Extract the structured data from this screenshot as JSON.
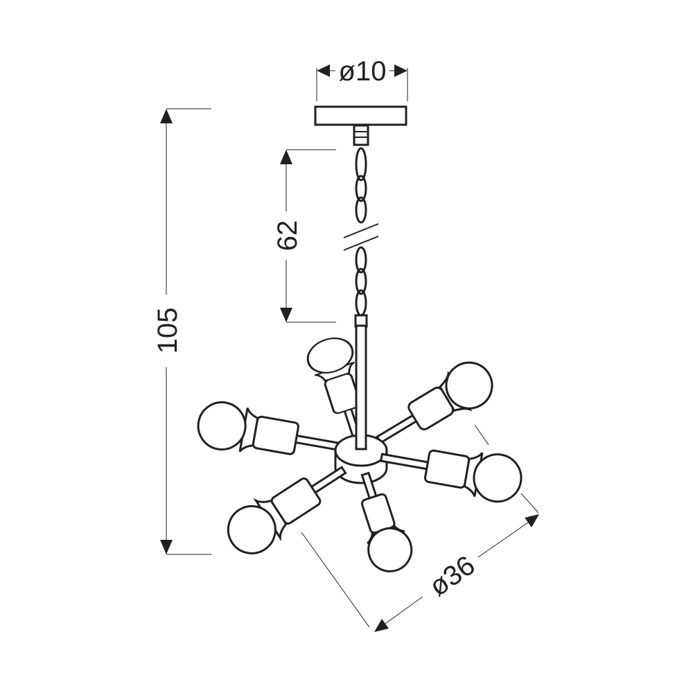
{
  "dimensions": {
    "canopy_diameter": "ø10",
    "chain_length": "62",
    "total_height": "105",
    "fixture_diameter": "ø36"
  },
  "colors": {
    "line": "#231f20",
    "background": "#ffffff"
  }
}
